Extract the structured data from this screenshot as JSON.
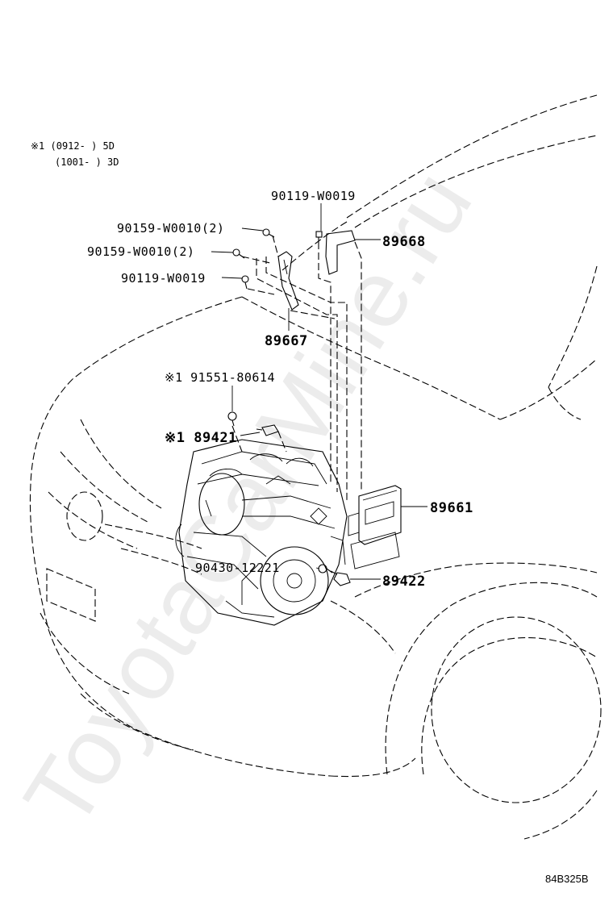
{
  "notes": {
    "line1": "※1 (0912-     ) 5D",
    "line2": "(1001-     ) 3D"
  },
  "callouts": {
    "c90119_top": "90119-W0019",
    "c89668": "89668",
    "c90159_a": "90159-W0010(2)",
    "c90159_b": "90159-W0010(2)",
    "c90119_left": "90119-W0019",
    "c89667": "89667",
    "c91551": "※1 91551-80614",
    "c89421": "※1 89421",
    "c89661": "89661",
    "c90430": "90430-12221",
    "c89422": "89422"
  },
  "watermark": "ToyotaCarMine.ru",
  "diagram_code": "84B325B"
}
